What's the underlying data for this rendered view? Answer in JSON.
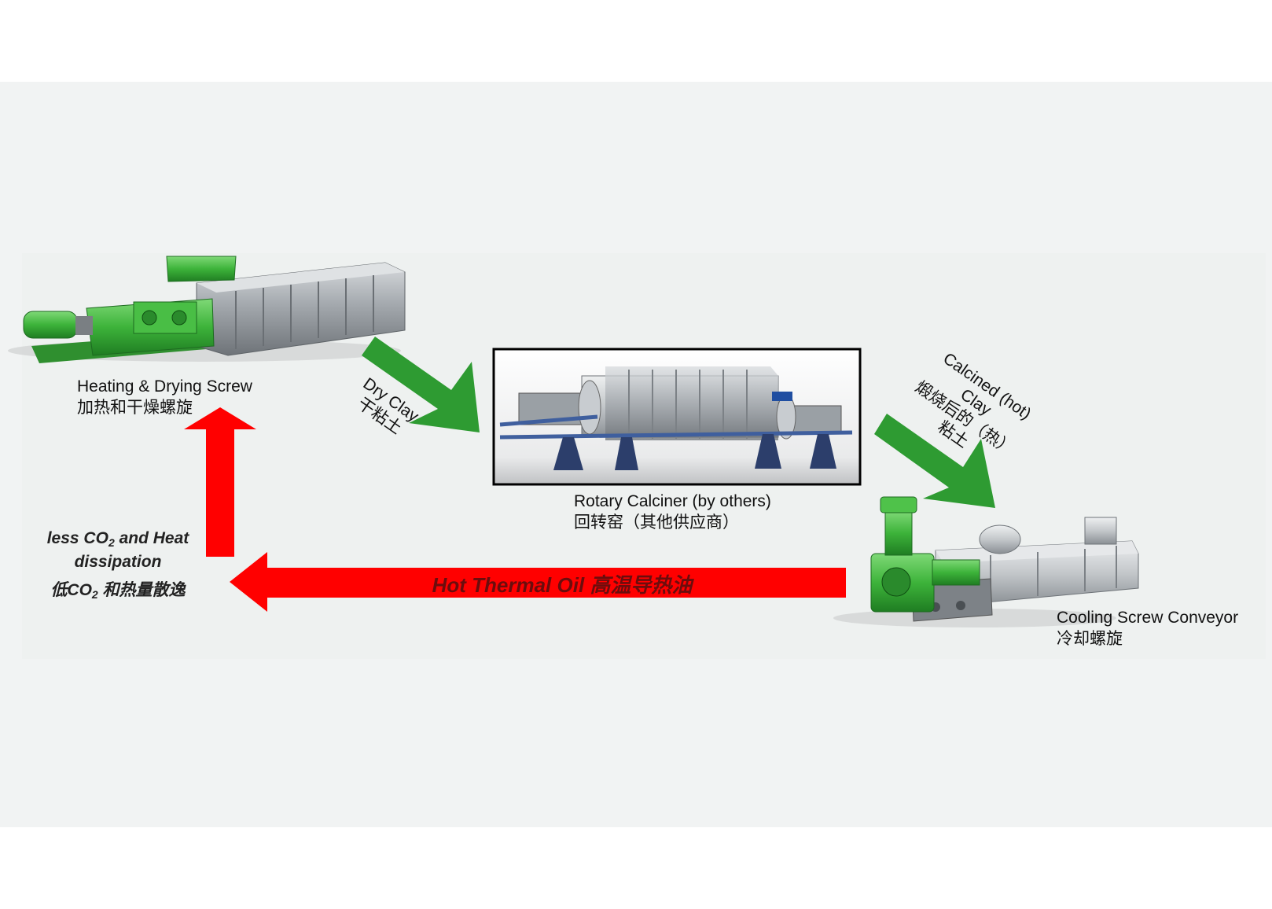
{
  "colors": {
    "arrow_green": "#2e9b32",
    "arrow_red": "#ff0000",
    "machine_green": "#3db33a",
    "steel_gray": "#8b9096",
    "frame_blue": "#3f5f9e",
    "oil_text": "#6b0d0d"
  },
  "heating_screw": {
    "label_en": "Heating & Drying Screw",
    "label_zh": "加热和干燥螺旋"
  },
  "calciner": {
    "label_en": "Rotary Calciner (by others)",
    "label_zh": "回转窑（其他供应商）"
  },
  "cooling_screw": {
    "label_en": "Cooling Screw Conveyor",
    "label_zh": "冷却螺旋"
  },
  "arrow_dry_clay": {
    "label_en": "Dry Clay",
    "label_zh": "干粘土"
  },
  "arrow_calcined": {
    "label_en_1": "Calcined (hot)",
    "label_en_2": "Clay",
    "label_zh_1": "煅烧后的（热）",
    "label_zh_2": "粘土"
  },
  "arrow_oil": {
    "label": "Hot Thermal Oil 高温导热油"
  },
  "heat_note": {
    "line1_a": "less CO",
    "line1_sub": "2",
    "line1_b": " and Heat",
    "line2": "dissipation",
    "zh_a": "低CO",
    "zh_sub": "2",
    "zh_b": " 和热量散逸"
  }
}
